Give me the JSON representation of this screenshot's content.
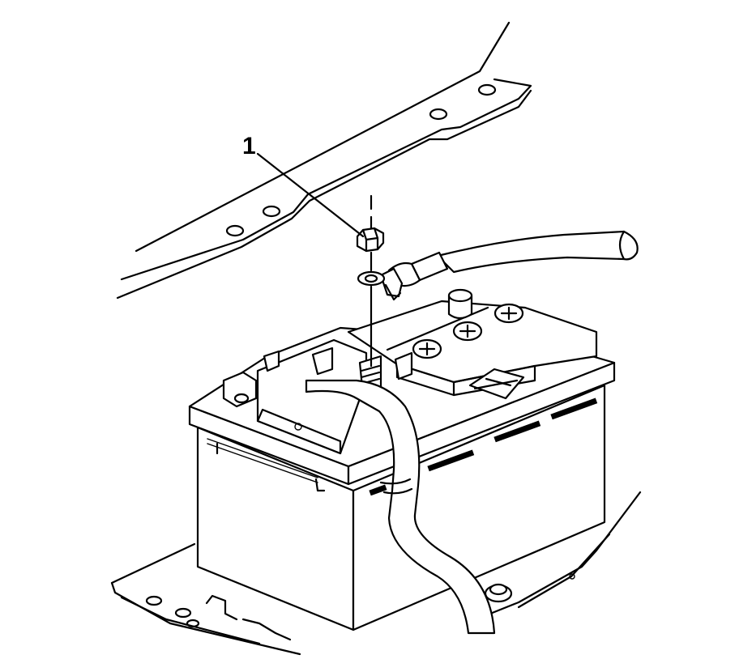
{
  "diagram": {
    "callouts": [
      {
        "id": "1",
        "label": "1",
        "target": "battery-terminal-nut"
      }
    ],
    "colors": {
      "stroke": "#000000",
      "background": "#ffffff"
    },
    "components": [
      "vehicle-frame-rail",
      "battery",
      "battery-terminal-nut",
      "battery-cable-terminal",
      "battery-cable",
      "battery-tray",
      "tray-bolt"
    ]
  }
}
